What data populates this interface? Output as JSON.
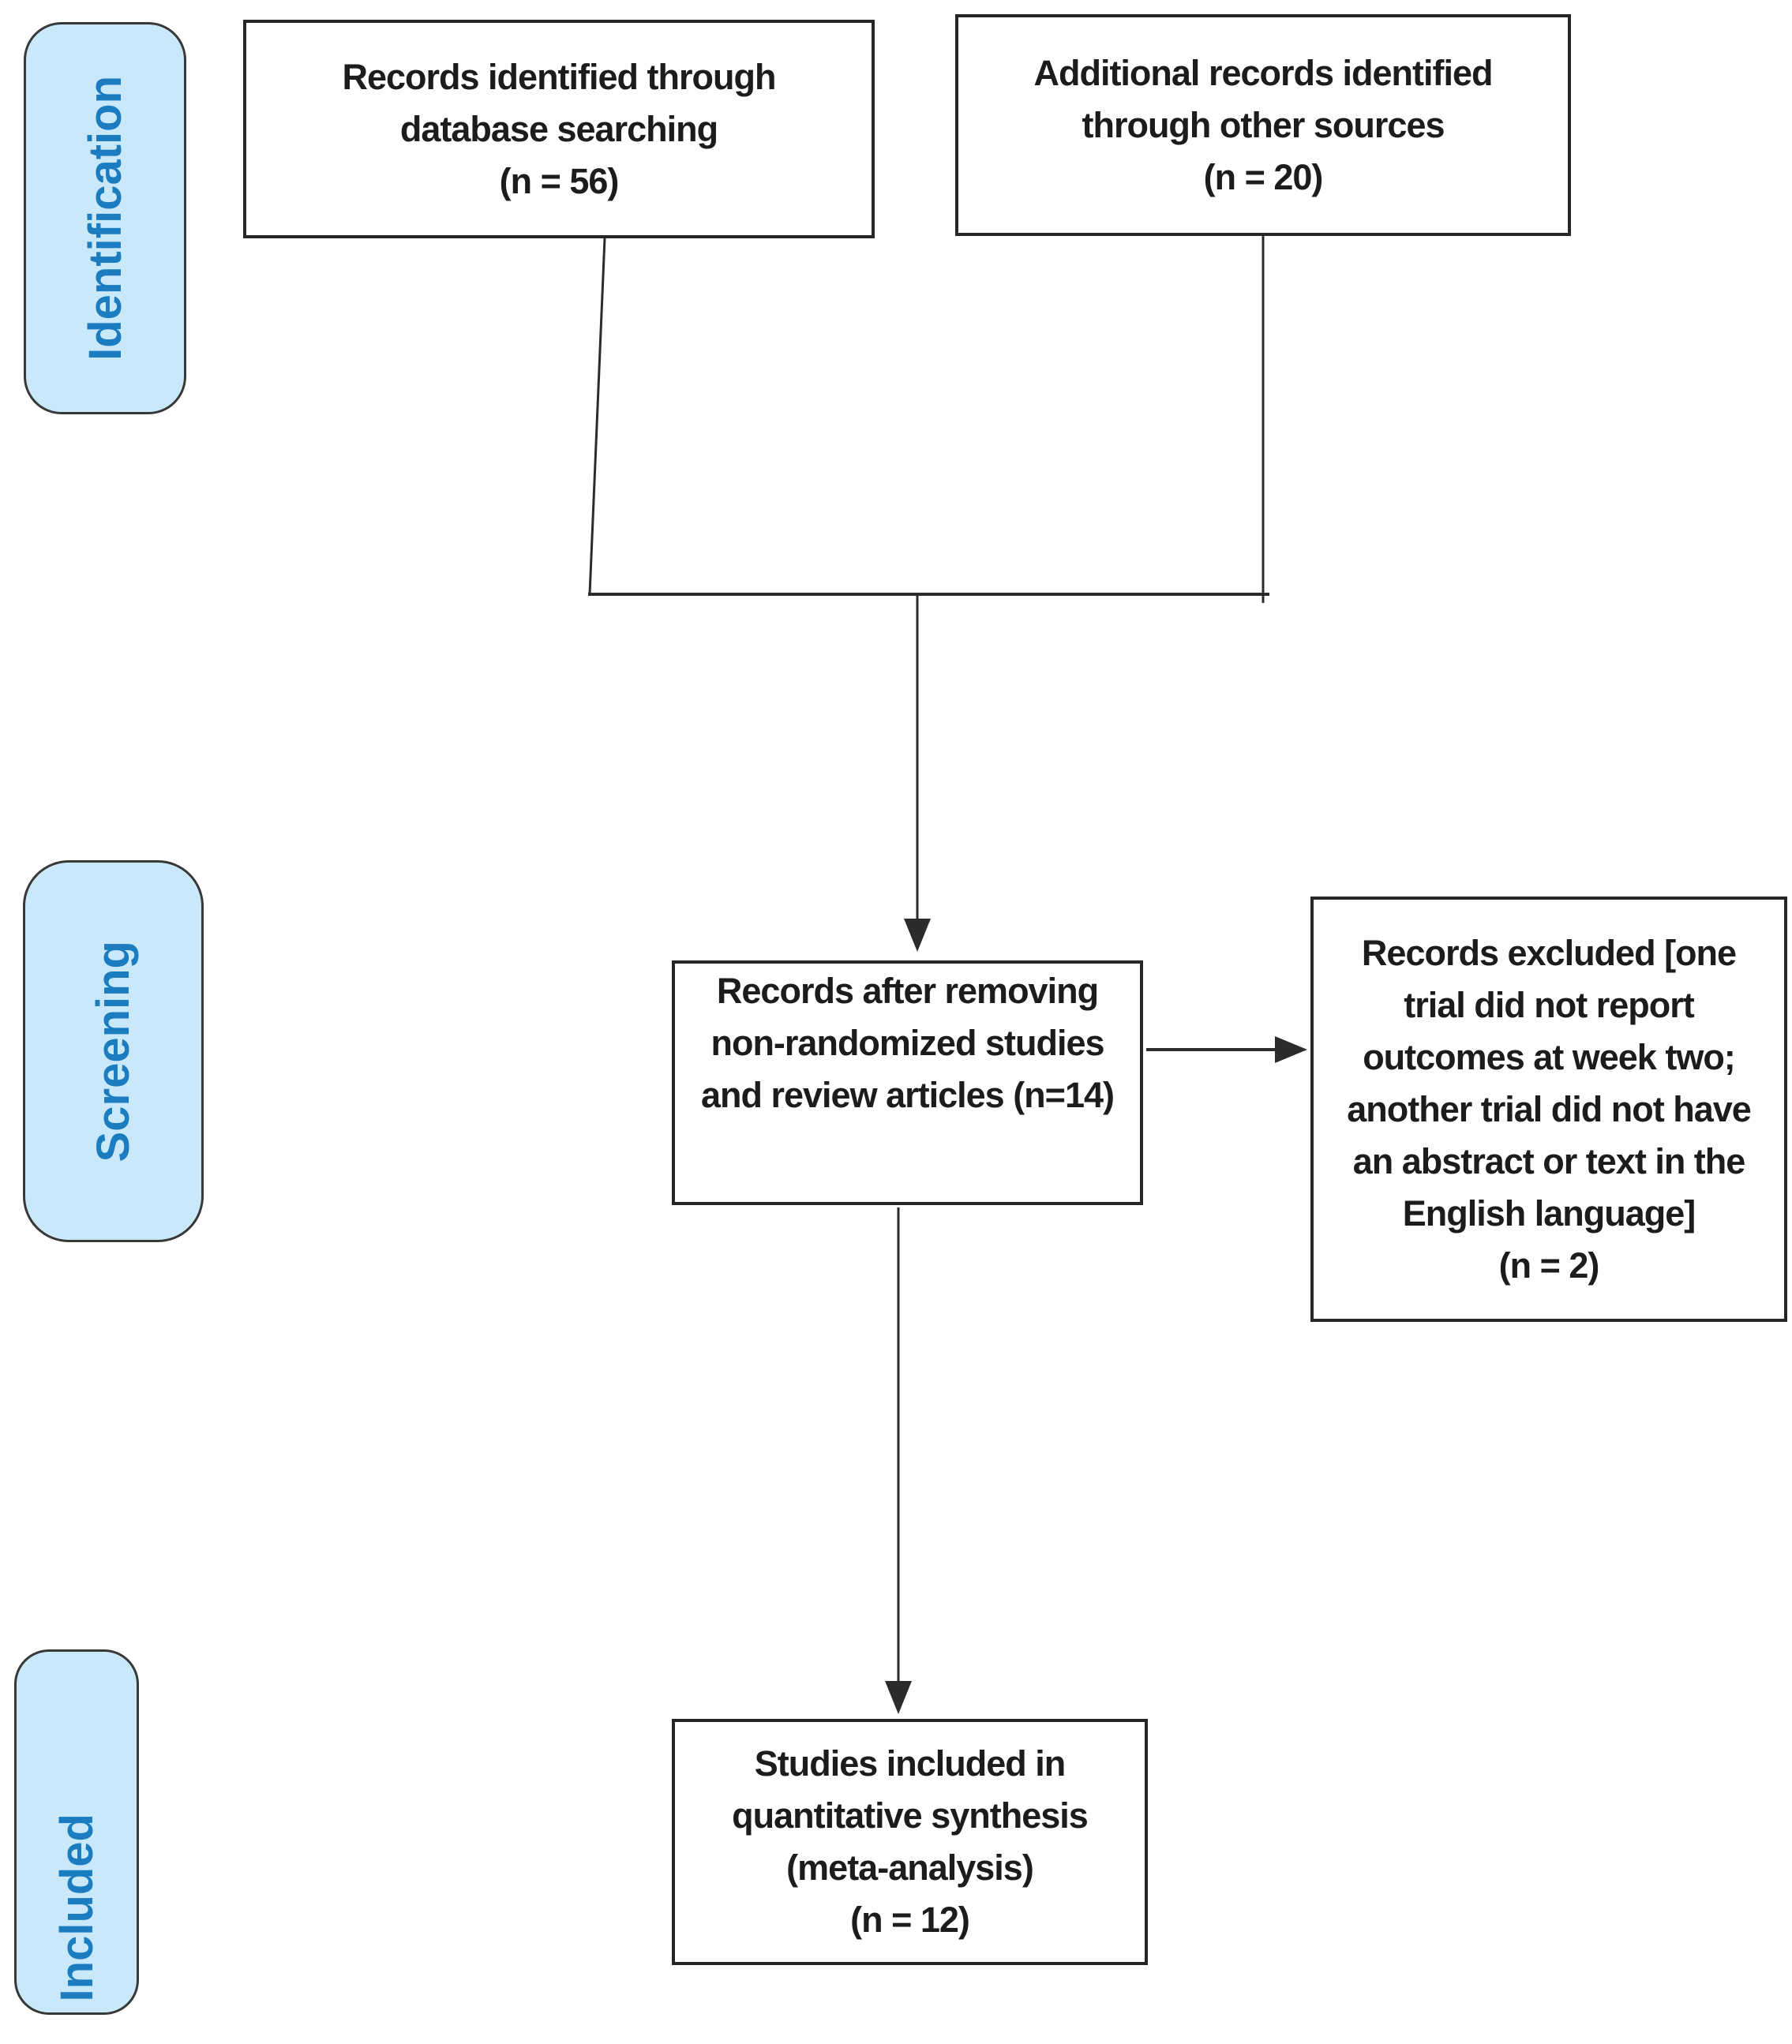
{
  "stages": {
    "identification": {
      "label": "Identification"
    },
    "screening": {
      "label": "Screening"
    },
    "included": {
      "label": "Included"
    }
  },
  "boxes": {
    "records_identified": {
      "text": "Records identified through\ndatabase searching\n(n = 56)",
      "n": 56
    },
    "additional_records": {
      "text": "Additional records identified\nthrough other sources\n(n = 20)",
      "n": 20
    },
    "records_after_removing": {
      "text": "Records after removing\nnon-randomized studies\nand review articles (n=14)",
      "n": 14
    },
    "records_excluded": {
      "text": "Records excluded [one\ntrial did not report\noutcomes at week two;\nanother trial did not have\nan abstract or text in the\nEnglish language]\n(n = 2)",
      "n": 2
    },
    "studies_included": {
      "text": "Studies included in\nquantitative synthesis\n(meta-analysis)\n(n = 12)",
      "n": 12
    }
  },
  "colors": {
    "background": "#ffffff",
    "stage_fill": "#c9e9fb",
    "stage_border": "#383838",
    "stage_text": "#1b7cc0",
    "box_border": "#262626",
    "box_text": "#1c1c1c",
    "connector": "#2b2b2b"
  }
}
